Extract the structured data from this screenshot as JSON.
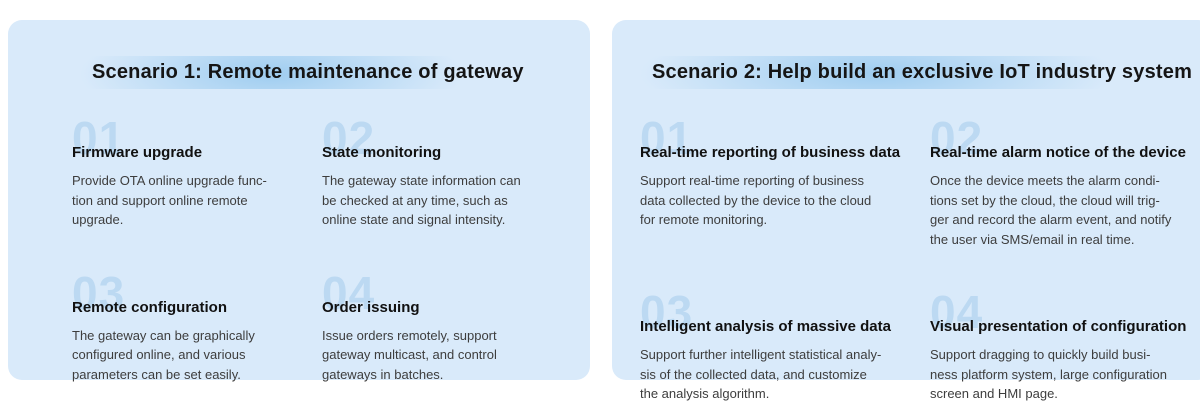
{
  "palette": {
    "card_background": "#d9eafa",
    "number_color": "#bcd9f2",
    "title_highlight": "#9fcdf0"
  },
  "cards": [
    {
      "title": "Scenario 1: Remote maintenance of gateway",
      "items": [
        {
          "number": "01",
          "heading": "Firmware upgrade",
          "body": "Provide OTA online upgrade func-\ntion and support online remote\nupgrade."
        },
        {
          "number": "02",
          "heading": "State monitoring",
          "body": "The gateway state information can\nbe checked at any time, such as\nonline state and signal intensity."
        },
        {
          "number": "03",
          "heading": "Remote configuration",
          "body": "The gateway can be graphically\nconfigured online, and various\nparameters can be set easily."
        },
        {
          "number": "04",
          "heading": "Order issuing",
          "body": "Issue orders remotely, support\ngateway multicast, and control\ngateways in batches."
        }
      ]
    },
    {
      "title": "Scenario 2: Help build an exclusive IoT industry system",
      "items": [
        {
          "number": "01",
          "heading": "Real-time reporting of business data",
          "body": "Support real-time reporting of business\ndata collected by the device to the cloud\nfor remote monitoring."
        },
        {
          "number": "02",
          "heading": "Real-time alarm notice of the device",
          "body": "Once the device meets the alarm condi-\ntions set by the cloud, the cloud will trig-\nger and record the alarm event, and notify\nthe user via SMS/email in real time."
        },
        {
          "number": "03",
          "heading": "Intelligent analysis of massive data",
          "body": "Support further intelligent statistical analy-\nsis of the collected data, and customize\nthe analysis algorithm."
        },
        {
          "number": "04",
          "heading": "Visual presentation of configuration",
          "body": "Support dragging to quickly build busi-\nness platform system, large configuration\nscreen and HMI page."
        }
      ]
    }
  ]
}
